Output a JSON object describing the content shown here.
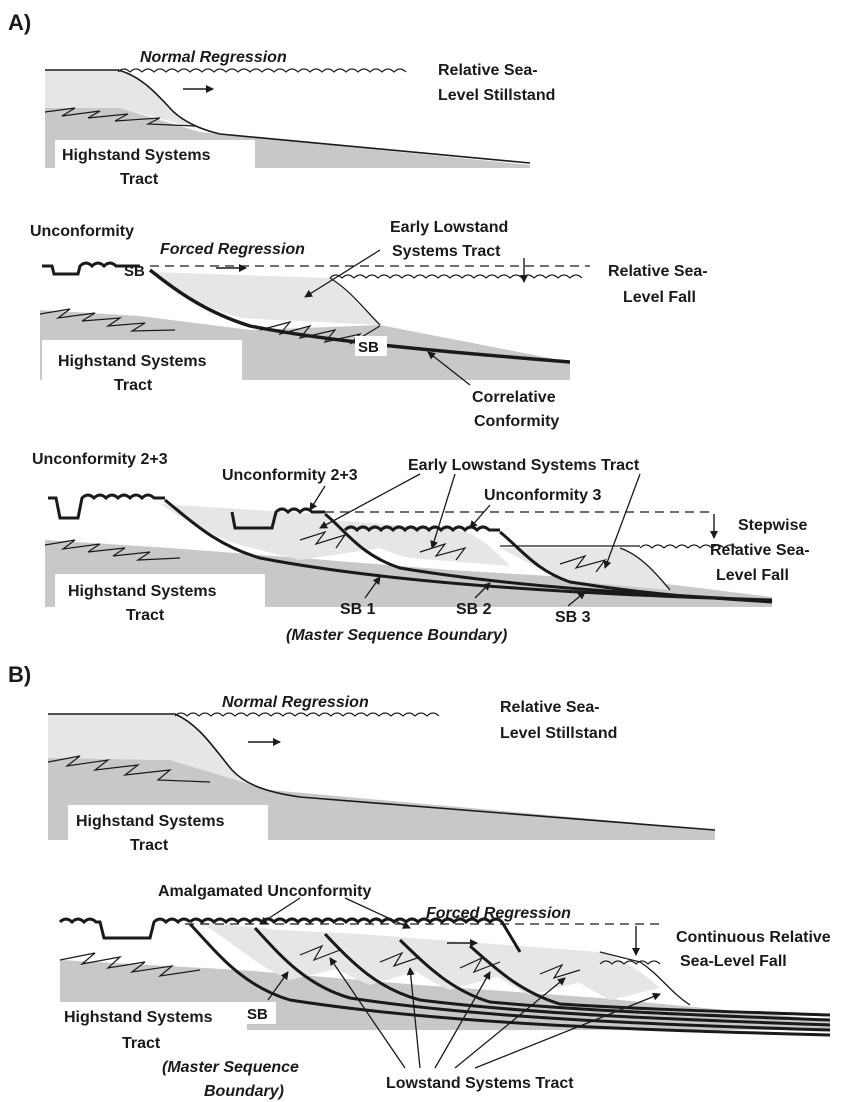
{
  "panel_a": {
    "letter": "A)",
    "top": {
      "regression": "Normal Regression",
      "sea_level_1": "Relative Sea-",
      "sea_level_2": "Level Stillstand",
      "tract_1": "Highstand Systems",
      "tract_2": "Tract"
    },
    "middle": {
      "unconformity": "Unconformity",
      "regression": "Forced Regression",
      "sb": "SB",
      "sb_lower": "SB",
      "lowstand_1": "Early Lowstand",
      "lowstand_2": "Systems Tract",
      "sea_level_1": "Relative Sea-",
      "sea_level_2": "Level Fall",
      "tract_1": "Highstand Systems",
      "tract_2": "Tract",
      "conformity_1": "Correlative",
      "conformity_2": "Conformity"
    },
    "bottom": {
      "unconformity_a": "Unconformity 2+3",
      "unconformity_b": "Unconformity 2+3",
      "lowstand": "Early Lowstand Systems Tract",
      "unconformity_3": "Unconformity 3",
      "sea_level_1": "Stepwise",
      "sea_level_2": "Relative Sea-",
      "sea_level_3": "Level Fall",
      "tract_1": "Highstand Systems",
      "tract_2": "Tract",
      "sb1": "SB 1",
      "sb2": "SB 2",
      "sb3": "SB 3",
      "master": "(Master Sequence Boundary)"
    }
  },
  "panel_b": {
    "letter": "B)",
    "top": {
      "regression": "Normal Regression",
      "sea_level_1": "Relative Sea-",
      "sea_level_2": "Level Stillstand",
      "tract_1": "Highstand Systems",
      "tract_2": "Tract"
    },
    "bottom": {
      "amalgamated": "Amalgamated Unconformity",
      "regression": "Forced Regression",
      "sea_level_1": "Continuous Relative",
      "sea_level_2": "Sea-Level Fall",
      "tract_1": "Highstand Systems",
      "tract_2": "Tract",
      "sb": "SB",
      "master_1": "(Master Sequence",
      "master_2": "Boundary)",
      "lowstand": "Lowstand Systems Tract"
    }
  },
  "colors": {
    "shelf": "#c8c8c8",
    "wedge": "#e6e6e6",
    "line": "#1a1a1a"
  }
}
